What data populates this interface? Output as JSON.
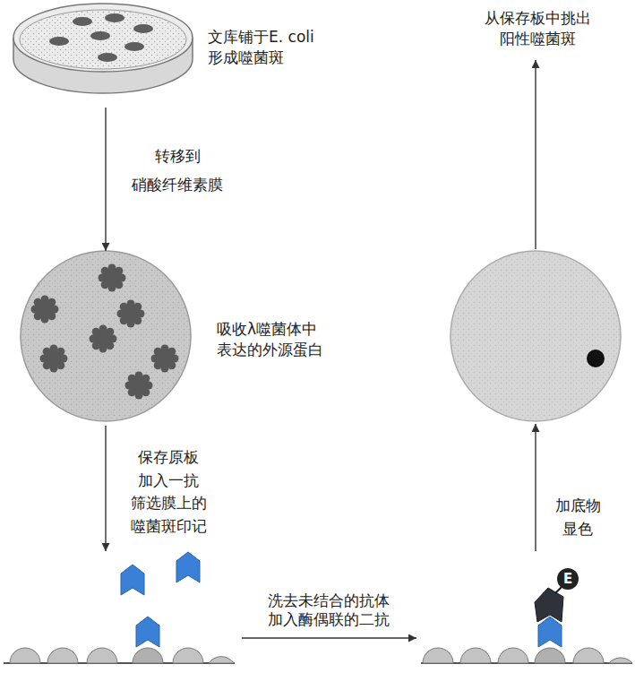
{
  "diagram": {
    "nodes": [
      {
        "text": [
          "文库铺于E. coli 形成噬菌斑"
        ]
      },
      {
        "text": [
          "吸收λ噬菌体中 表达的外源蛋白"
        ]
      },
      {
        "text": []
      },
      {
        "text": []
      },
      {
        "text": []
      },
      {
        "text": [
          "从保存板中挑出 阳性噬菌斑"
        ]
      }
    ],
    "edges": [
      {
        "from": 0,
        "to": 1,
        "label": "转移到 硝酸纤维素膜",
        "arrow": "to"
      },
      {
        "from": 1,
        "to": 2,
        "label": "保存原板 加入一抗 筛选膜上的 噬菌斑印记",
        "arrow": "to"
      },
      {
        "from": 2,
        "to": 3,
        "label": "洗去未结合的抗体 加入酶偶联的二抗",
        "arrow": "to"
      },
      {
        "from": 3,
        "to": 4,
        "label": "加底物 显色",
        "arrow": "to"
      },
      {
        "from": 4,
        "to": 5,
        "arrow": "to"
      }
    ],
    "labels": [
      "E"
    ]
  }
}
